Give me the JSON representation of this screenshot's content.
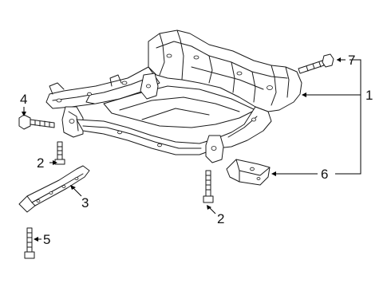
{
  "callouts": [
    {
      "id": "1",
      "label": "1"
    },
    {
      "id": "2a",
      "label": "2"
    },
    {
      "id": "2b",
      "label": "2"
    },
    {
      "id": "3",
      "label": "3"
    },
    {
      "id": "4",
      "label": "4"
    },
    {
      "id": "5",
      "label": "5"
    },
    {
      "id": "6",
      "label": "6"
    },
    {
      "id": "7",
      "label": "7"
    }
  ]
}
